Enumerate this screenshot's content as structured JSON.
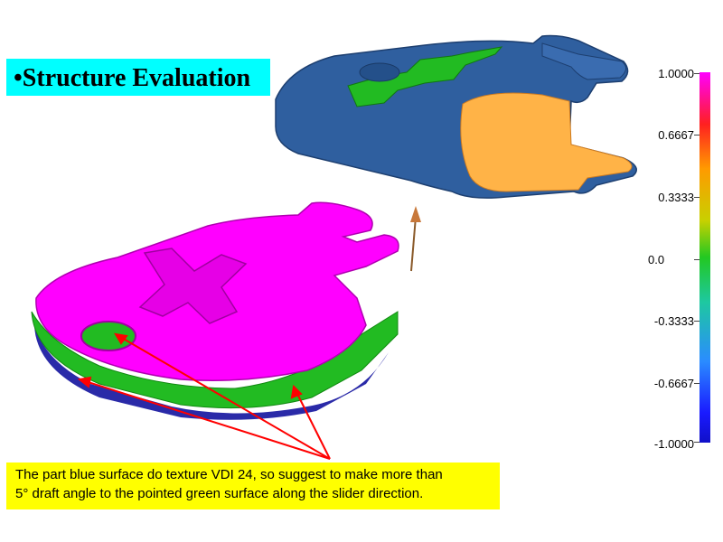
{
  "slide": {
    "title": "•Structure Evaluation",
    "note_line1": "The part blue surface do texture VDI 24, so suggest to make more than",
    "note_line2": "5°  draft angle to the pointed green surface along the slider direction."
  },
  "color_scale": {
    "ticks": [
      "1.0000",
      "0.6667",
      "0.3333",
      "0.0",
      "-0.3333",
      "-0.6667",
      "-1.0000"
    ]
  },
  "colors": {
    "title_bg": "#00ffff",
    "note_bg": "#ffff00",
    "pointer_arrows": "#ff0000",
    "part_top_surface": "#ff00ff",
    "part_green_surface": "#22bb22",
    "part_blue_surface": "#2a5a9a",
    "part_inner_surface": "#ffb347"
  },
  "icons": [
    "slider-direction-arrow-icon"
  ]
}
